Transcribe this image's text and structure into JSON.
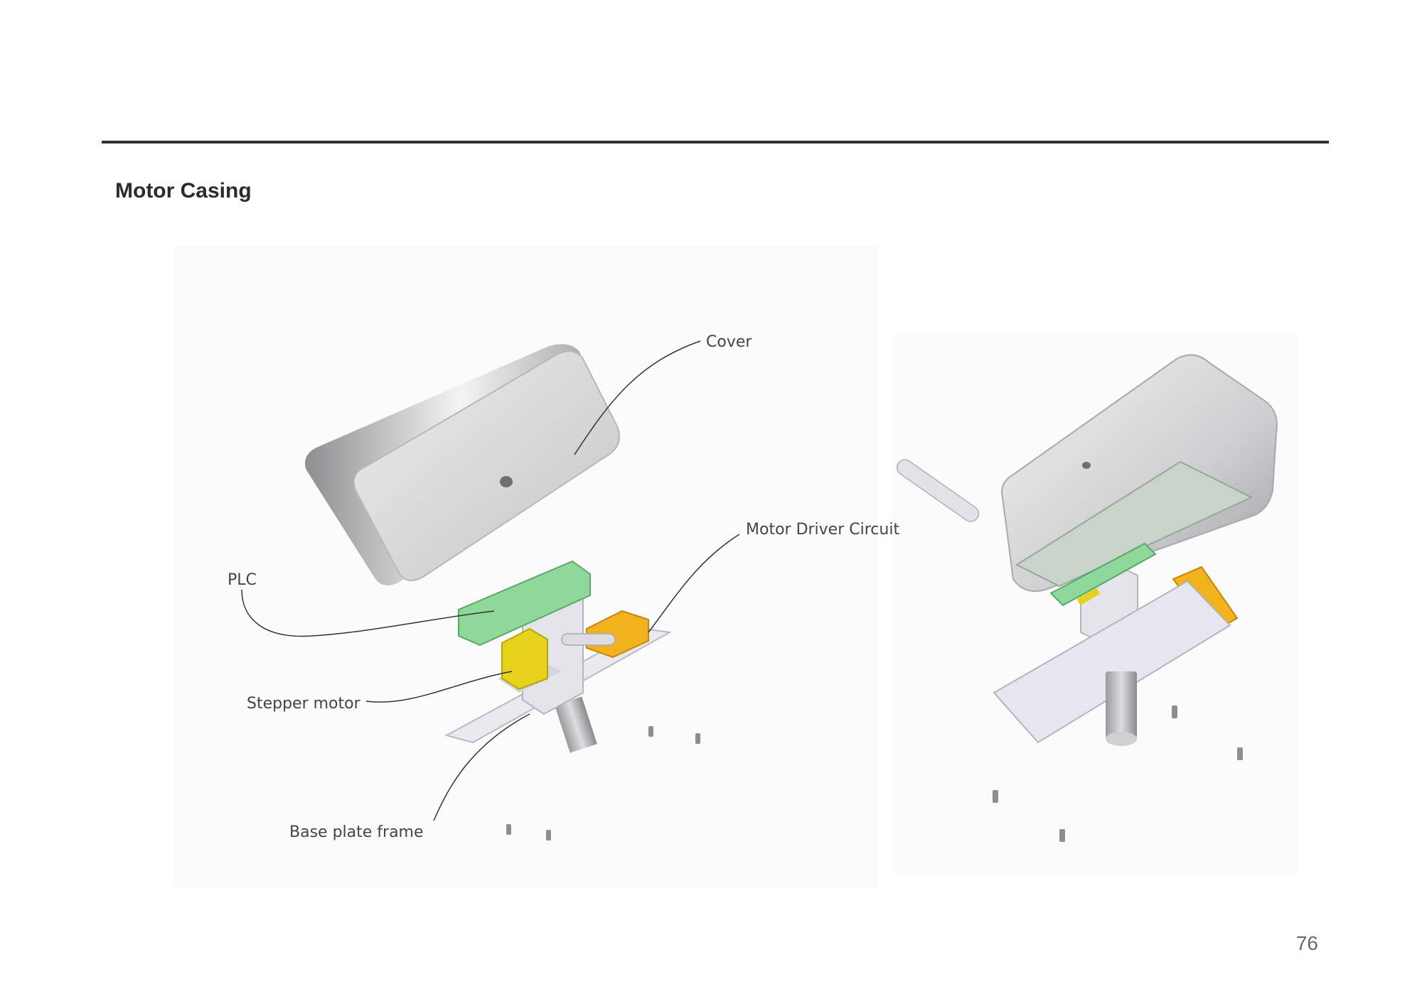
{
  "page": {
    "title": "Motor Casing",
    "page_number": "76"
  },
  "labels": {
    "cover": "Cover",
    "motor_driver": "Motor Driver Circuit",
    "plc": "PLC",
    "stepper": "Stepper motor",
    "base_plate": "Base plate frame"
  },
  "colors": {
    "pcb_green": "#8fd89b",
    "driver_orange": "#f2b21d",
    "motor_yellow": "#e6d21a",
    "metal": "#d6d6d8"
  }
}
